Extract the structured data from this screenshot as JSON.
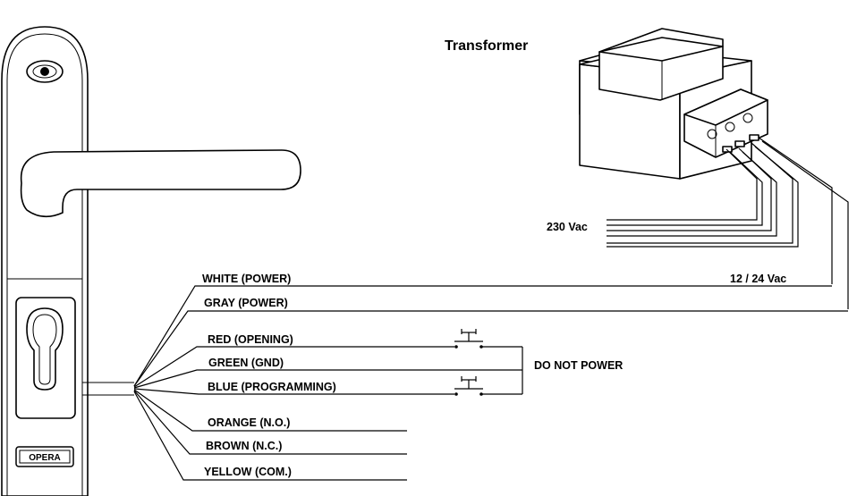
{
  "title": "Transformer",
  "mains_label": "230 Vac",
  "low_voltage_label": "12 / 24 Vac",
  "do_not_power_label": "DO NOT POWER",
  "brand_logo_text": "OPERA",
  "wires": [
    {
      "label": "WHITE (POWER)"
    },
    {
      "label": "GRAY (POWER)"
    },
    {
      "label": "RED (OPENING)"
    },
    {
      "label": "GREEN (GND)"
    },
    {
      "label": "BLUE (PROGRAMMING)"
    },
    {
      "label": "ORANGE (N.O.)"
    },
    {
      "label": "BROWN (N.C.)"
    },
    {
      "label": "YELLOW (COM.)"
    }
  ]
}
